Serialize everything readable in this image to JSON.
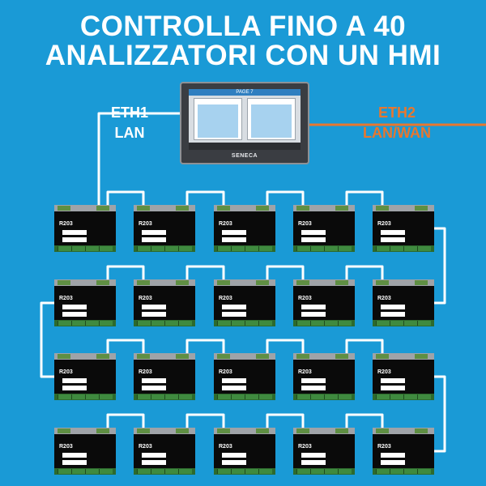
{
  "title_line1": "CONTROLLA FINO A 40",
  "title_line2": "ANALIZZATORI CON UN HMI",
  "eth1": {
    "port": "ETH1",
    "network": "LAN"
  },
  "eth2": {
    "port": "ETH2",
    "network": "LAN/WAN"
  },
  "hmi": {
    "page": "PAGE 7",
    "brand": "SENECA"
  },
  "module_label": "R203",
  "grid": {
    "rows": 4,
    "cols": 5
  },
  "colors": {
    "background": "#1a9ad6",
    "lan_wire": "#ffffff",
    "wan_wire": "#e8772e",
    "module_body": "#0a0a0a",
    "terminal_green": "#2d6a2d"
  }
}
